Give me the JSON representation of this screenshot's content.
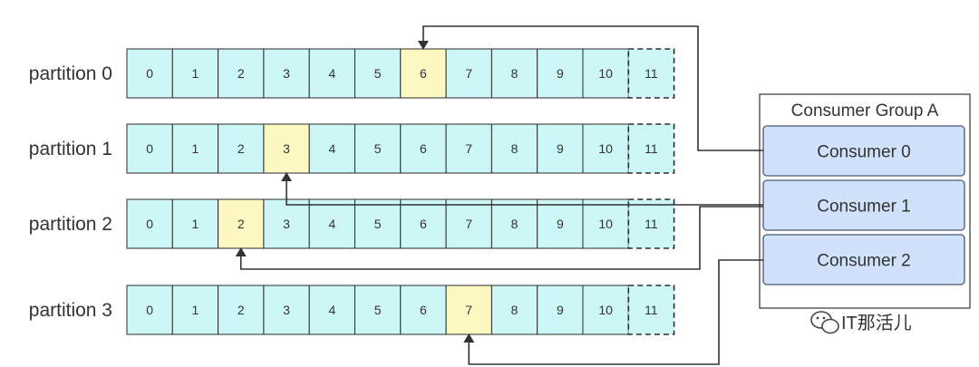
{
  "partitions": [
    {
      "label": "partition 0",
      "offsets": [
        "0",
        "1",
        "2",
        "3",
        "4",
        "5",
        "6",
        "7",
        "8",
        "9",
        "10",
        "11"
      ],
      "committed_offset": "6"
    },
    {
      "label": "partition 1",
      "offsets": [
        "0",
        "1",
        "2",
        "3",
        "4",
        "5",
        "6",
        "7",
        "8",
        "9",
        "10",
        "11"
      ],
      "committed_offset": "3"
    },
    {
      "label": "partition 2",
      "offsets": [
        "0",
        "1",
        "2",
        "3",
        "4",
        "5",
        "6",
        "7",
        "8",
        "9",
        "10",
        "11"
      ],
      "committed_offset": "2"
    },
    {
      "label": "partition 3",
      "offsets": [
        "0",
        "1",
        "2",
        "3",
        "4",
        "5",
        "6",
        "7",
        "8",
        "9",
        "10",
        "11"
      ],
      "committed_offset": "7"
    }
  ],
  "pending_offset": "11",
  "consumer_group": {
    "title": "Consumer Group A",
    "consumers": [
      {
        "label": "Consumer 0",
        "partitions": [
          "partition 0"
        ]
      },
      {
        "label": "Consumer 1",
        "partitions": [
          "partition 1",
          "partition 2"
        ]
      },
      {
        "label": "Consumer 2",
        "partitions": [
          "partition 3"
        ]
      }
    ]
  },
  "watermark": {
    "text": "IT那活儿"
  },
  "colors": {
    "cell_fill": "#cdf6f6",
    "cell_highlight": "#fdf8c2",
    "cell_stroke": "#2b2b2b",
    "group_fill": "#ffffff",
    "consumer_fill": "#cfe1fb",
    "consumer_stroke": "#4a5a78",
    "arrow": "#333333"
  }
}
